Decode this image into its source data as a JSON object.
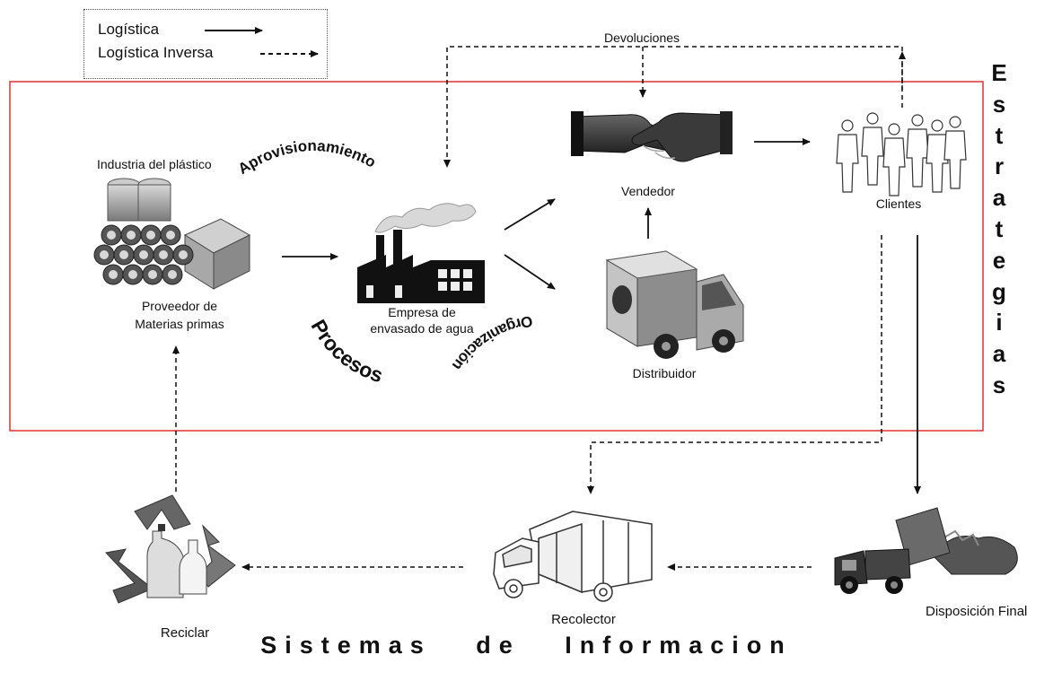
{
  "legend": {
    "logistics": "Logística",
    "reverse_logistics": "Logística Inversa"
  },
  "side_word": "Estrategias",
  "bottom_title": "Sistemas   de   Informacion",
  "labels": {
    "industry": "Industria del plástico",
    "supplier_line1": "Proveedor de",
    "supplier_line2": "Materias primas",
    "company_line1": "Empresa de",
    "company_line2": "envasado de agua",
    "seller": "Vendedor",
    "distributor": "Distribuidor",
    "clients": "Clientes",
    "returns": "Devoluciones",
    "final_disposal": "Disposición Final",
    "collector": "Recolector",
    "recycle": "Reciclar"
  },
  "curved_words": {
    "supply": "Aprovisionamiento",
    "processes": "Procesos",
    "organization": "Organización"
  },
  "icons": [
    "raw-materials-pipes-icon",
    "factory-icon",
    "handshake-icon",
    "delivery-truck-icon",
    "people-silhouettes-icon",
    "dump-truck-icon",
    "collector-truck-icon",
    "recycle-bottles-icon"
  ],
  "colors": {
    "frame": "#e03030",
    "ink": "#111111"
  }
}
